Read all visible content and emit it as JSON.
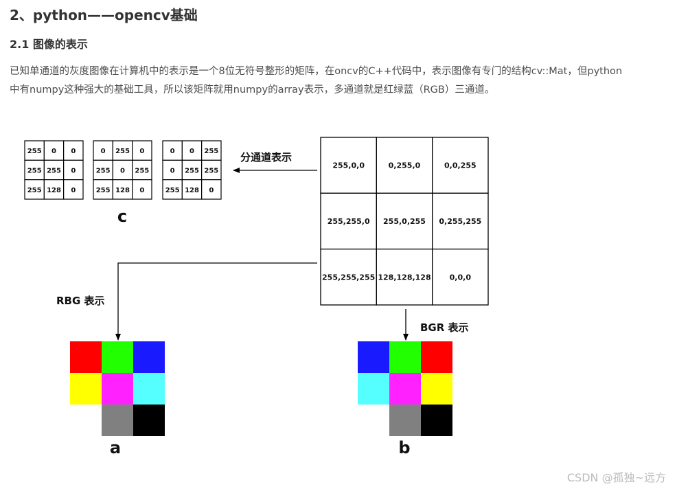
{
  "heading": "2、python——opencv基础",
  "subheading": "2.1 图像的表示",
  "paragraph": {
    "line1": "已知单通道的灰度图像在计算机中的表示是一个8位无符号整形的矩阵，在oncv的C++代码中，表示图像有专门的结构cv::Mat，但python",
    "line2": "中有numpy这种强大的基础工具，所以该矩阵就用numpy的array表示，多通道就是红绿蓝（RGB）三通道。"
  },
  "figure": {
    "channel_matrices": [
      [
        [
          "255",
          "0",
          "0"
        ],
        [
          "255",
          "255",
          "0"
        ],
        [
          "255",
          "128",
          "0"
        ]
      ],
      [
        [
          "0",
          "255",
          "0"
        ],
        [
          "255",
          "0",
          "255"
        ],
        [
          "255",
          "128",
          "0"
        ]
      ],
      [
        [
          "0",
          "0",
          "255"
        ],
        [
          "0",
          "255",
          "255"
        ],
        [
          "255",
          "128",
          "0"
        ]
      ]
    ],
    "pixel_matrix": [
      [
        "255,0,0",
        "0,255,0",
        "0,0,255"
      ],
      [
        "255,255,0",
        "255,0,255",
        "0,255,255"
      ],
      [
        "255,255,255",
        "128,128,128",
        "0,0,0"
      ]
    ],
    "split_label": "分通道表示",
    "rbg_label": "RBG 表示",
    "bgr_label": "BGR 表示",
    "label_c": "c",
    "label_a": "a",
    "label_b": "b",
    "grid_a_colors": [
      [
        "#ff0000",
        "#22ff00",
        "#1a1aff"
      ],
      [
        "#ffff00",
        "#ff22ff",
        "#55ffff"
      ],
      [
        null,
        "#808080",
        "#000000"
      ]
    ],
    "grid_b_colors": [
      [
        "#1a1aff",
        "#22ff00",
        "#ff0000"
      ],
      [
        "#55ffff",
        "#ff22ff",
        "#ffff00"
      ],
      [
        null,
        "#808080",
        "#000000"
      ]
    ]
  },
  "watermark": "CSDN @孤独~远方"
}
